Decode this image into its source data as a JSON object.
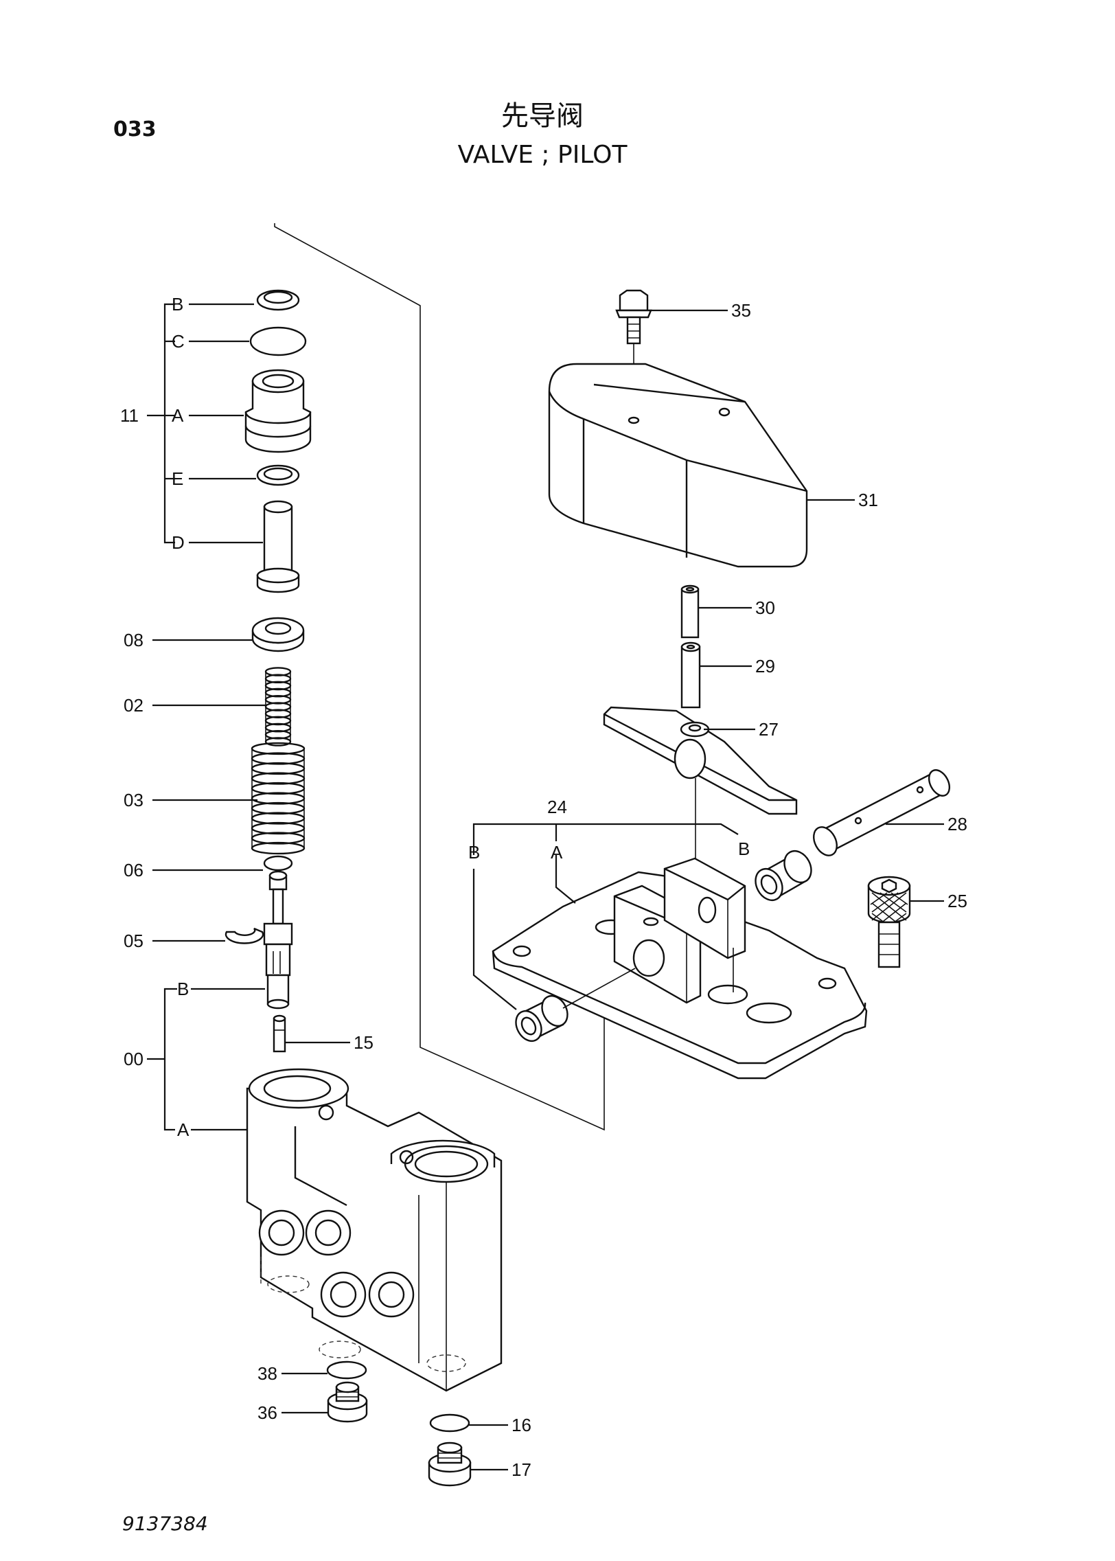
{
  "header": {
    "page_code": "033",
    "title_zh": "先导阀",
    "title_en": "VALVE ; PILOT"
  },
  "footer": {
    "drawing_number": "9137384"
  },
  "callouts": {
    "group_11": "11",
    "g11_b": "B",
    "g11_c": "C",
    "g11_a": "A",
    "g11_e": "E",
    "g11_d": "D",
    "p08": "08",
    "p02": "02",
    "p03": "03",
    "p06": "06",
    "p05": "05",
    "group_00": "00",
    "g00_b": "B",
    "g00_a": "A",
    "p15": "15",
    "p38": "38",
    "p36": "36",
    "p16": "16",
    "p17": "17",
    "p35": "35",
    "p31": "31",
    "p30": "30",
    "p29": "29",
    "p27": "27",
    "group_24": "24",
    "g24_b_left": "B",
    "g24_a": "A",
    "g24_b_right": "B",
    "p28": "28",
    "p25": "25"
  }
}
